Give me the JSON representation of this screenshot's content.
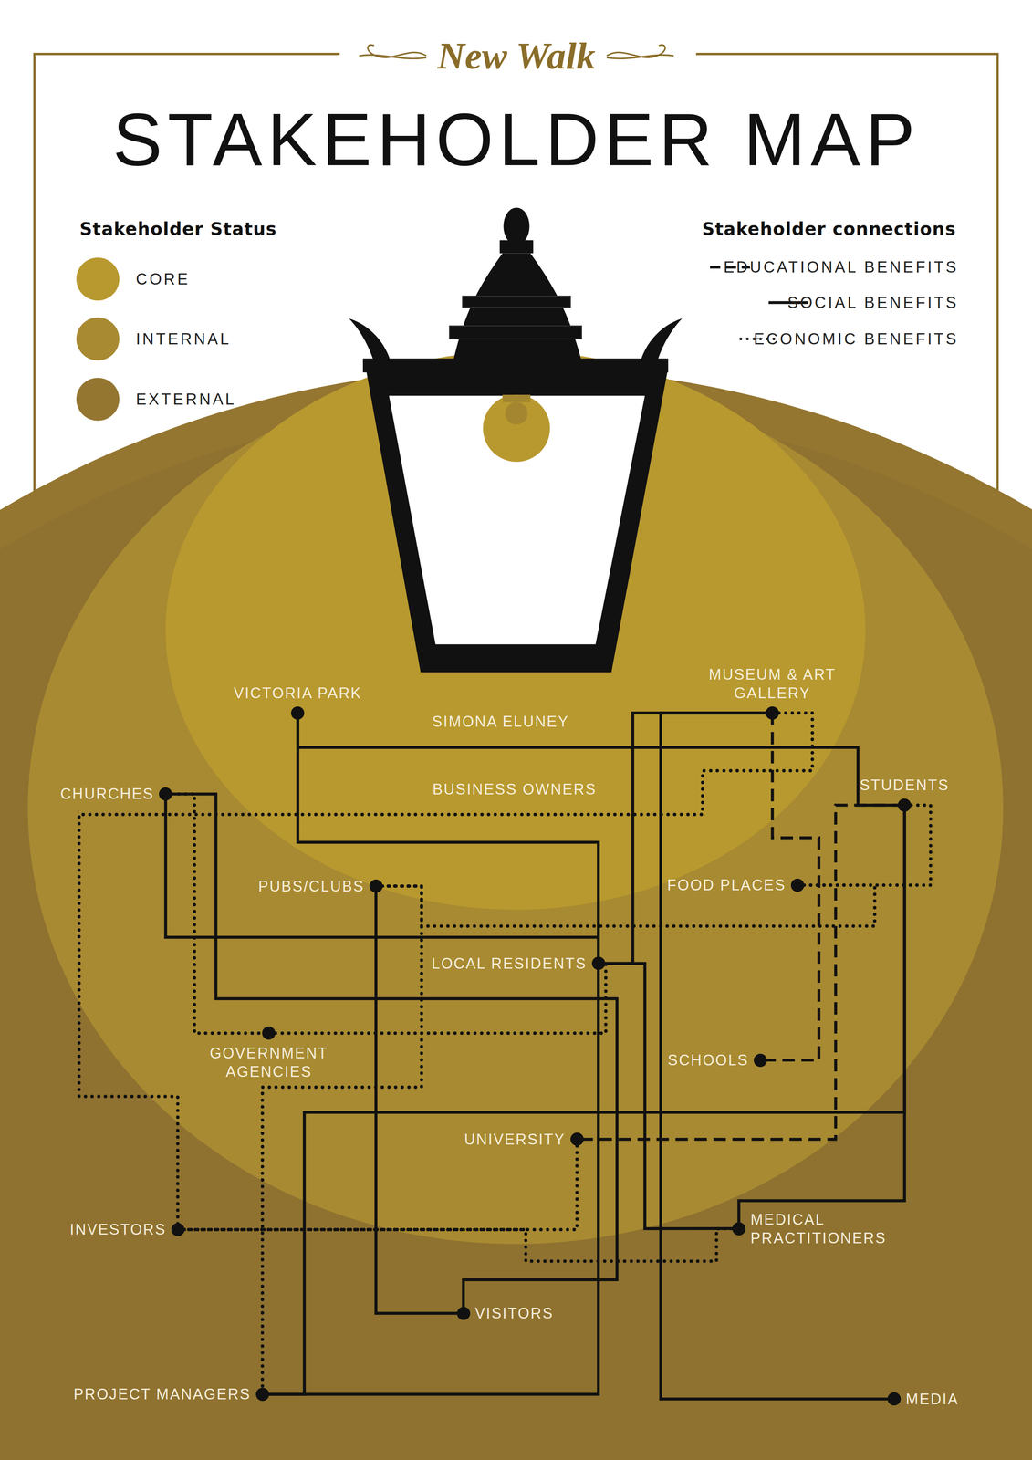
{
  "diagram": {
    "title": "STAKEHOLDER MAP",
    "nodes": [
      {
        "text": [
          "VICTORIA PARK"
        ]
      },
      {
        "text": [
          "MUSEUM & ART GALLERY"
        ]
      },
      {
        "text": [
          "SIMONA ELUNEY"
        ]
      },
      {
        "text": [
          "CHURCHES"
        ]
      },
      {
        "text": [
          "BUSINESS OWNERS"
        ]
      },
      {
        "text": [
          "STUDENTS"
        ]
      },
      {
        "text": [
          "PUBS/CLUBS"
        ]
      },
      {
        "text": [
          "FOOD PLACES"
        ]
      },
      {
        "text": [
          "LOCAL RESIDENTS"
        ]
      },
      {
        "text": [
          "GOVERNMENT AGENCIES"
        ]
      },
      {
        "text": [
          "SCHOOLS"
        ]
      },
      {
        "text": [
          "UNIVERSITY"
        ]
      },
      {
        "text": [
          "INVESTORS"
        ]
      },
      {
        "text": [
          "MEDICAL PRACTITIONERS"
        ]
      },
      {
        "text": [
          "VISITORS"
        ]
      },
      {
        "text": [
          "PROJECT MANAGERS"
        ]
      },
      {
        "text": [
          "MEDIA"
        ]
      }
    ],
    "edges": [
      {
        "from": 0,
        "to": 5,
        "arrow": "none"
      },
      {
        "from": 0,
        "to": 8,
        "arrow": "none"
      },
      {
        "from": 8,
        "to": 15,
        "arrow": "none"
      },
      {
        "from": 3,
        "to": 8,
        "arrow": "none"
      },
      {
        "from": 3,
        "to": 14,
        "arrow": "none"
      },
      {
        "from": 1,
        "to": 8,
        "arrow": "none"
      },
      {
        "from": 1,
        "to": 16,
        "arrow": "none"
      },
      {
        "from": 8,
        "to": 13,
        "arrow": "none"
      },
      {
        "from": 5,
        "to": 13,
        "arrow": "none"
      },
      {
        "from": 5,
        "to": 15,
        "arrow": "none"
      },
      {
        "from": 6,
        "to": 14,
        "arrow": "none"
      },
      {
        "from": 1,
        "to": 12,
        "arrow": "none"
      },
      {
        "from": 5,
        "to": 7,
        "arrow": "none"
      },
      {
        "from": 7,
        "to": 6,
        "arrow": "none"
      },
      {
        "from": 6,
        "to": 15,
        "arrow": "none"
      },
      {
        "from": 3,
        "to": 9,
        "arrow": "none"
      },
      {
        "from": 9,
        "to": 8,
        "arrow": "none"
      },
      {
        "from": 11,
        "to": 12,
        "arrow": "none"
      },
      {
        "from": 12,
        "to": 13,
        "arrow": "none"
      },
      {
        "from": 1,
        "to": 10,
        "arrow": "none"
      },
      {
        "from": 5,
        "to": 11,
        "arrow": "none"
      }
    ],
    "labels": [
      "New Walk",
      "Stakeholder Status",
      "Stakeholder connections"
    ],
    "legend": [
      {
        "text": "CORE",
        "color": "#b8992f"
      },
      {
        "text": "INTERNAL",
        "color": "#a88a32"
      },
      {
        "text": "EXTERNAL",
        "color": "#947631"
      },
      {
        "text": "EDUCATIONAL BENEFITS"
      },
      {
        "text": "SOCIAL BENEFITS"
      },
      {
        "text": "ECONOMIC BENEFITS"
      }
    ]
  }
}
